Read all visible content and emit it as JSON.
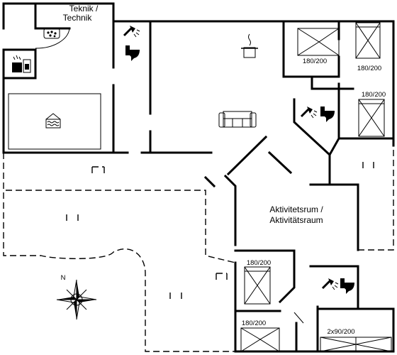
{
  "rooms": {
    "technic": [
      "Teknik /",
      "Technik"
    ],
    "activity": [
      "Aktivitetsrum /",
      "Aktivitätsraum"
    ]
  },
  "beds": {
    "top_left": "180/200",
    "top_right": "180/200",
    "right_mid": "180/200",
    "lower_left": "180/200",
    "bottom_left": "180/200",
    "bottom_right": "2x90/200"
  },
  "compass": {
    "north": "N"
  },
  "icons": [
    "jacuzzi-icon",
    "heat-pump-icon",
    "pool-icon",
    "shower-icon",
    "toilet-icon",
    "stove-icon",
    "sofa-icon",
    "compass-rose-icon"
  ],
  "colors": {
    "lines": "#000000",
    "background": "#ffffff"
  }
}
